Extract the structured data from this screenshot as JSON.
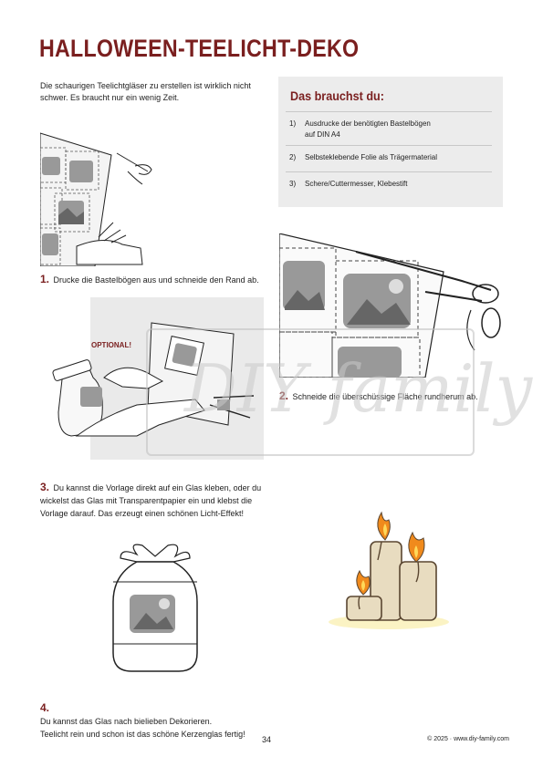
{
  "page": {
    "title": "HALLOWEEN-TEELICHT-DEKO",
    "intro": "Die schaurigen Teelichtgläser zu erstellen ist wirklich nicht schwer. Es braucht nur ein wenig Zeit."
  },
  "materials": {
    "heading": "Das brauchst du:",
    "items": [
      {
        "number": "1)",
        "text": "Ausdrucke der benötigten Bastelbögen\nauf DIN A4"
      },
      {
        "number": "2)",
        "text": "Selbsteklebende Folie als Trägermaterial"
      },
      {
        "number": "3)",
        "text": "Schere/Cuttermesser, Klebestift"
      }
    ]
  },
  "steps": [
    {
      "number": "1.",
      "text": "Drucke die Bastelbögen aus und schneide den Rand ab."
    },
    {
      "number": "2.",
      "text": "Schneide die überschüssige Fläche rundherum ab."
    },
    {
      "number": "3.",
      "text": "Du kannst die Vorlage direkt auf ein Glas kleben, oder du wickelst das Glas mit Transparentpapier ein und klebst die Vorlage darauf. Das erzeugt einen schönen Licht-Effekt!"
    },
    {
      "number": "4.",
      "text": "Du kannst das Glas nach bielieben Dekorieren.\nTeelicht rein und schon ist das schöne Kerzenglas fertig!"
    }
  ],
  "optional_label": "OPTIONAL!",
  "watermark_text": "DIY family",
  "footer": {
    "page_number": "34",
    "copyright": "© 2025 · www.diy-family.com"
  },
  "colors": {
    "accent": "#7a1f1f",
    "box_bg": "#ececec",
    "flame": "#f08a1c",
    "candle": "#e8dcc0"
  }
}
